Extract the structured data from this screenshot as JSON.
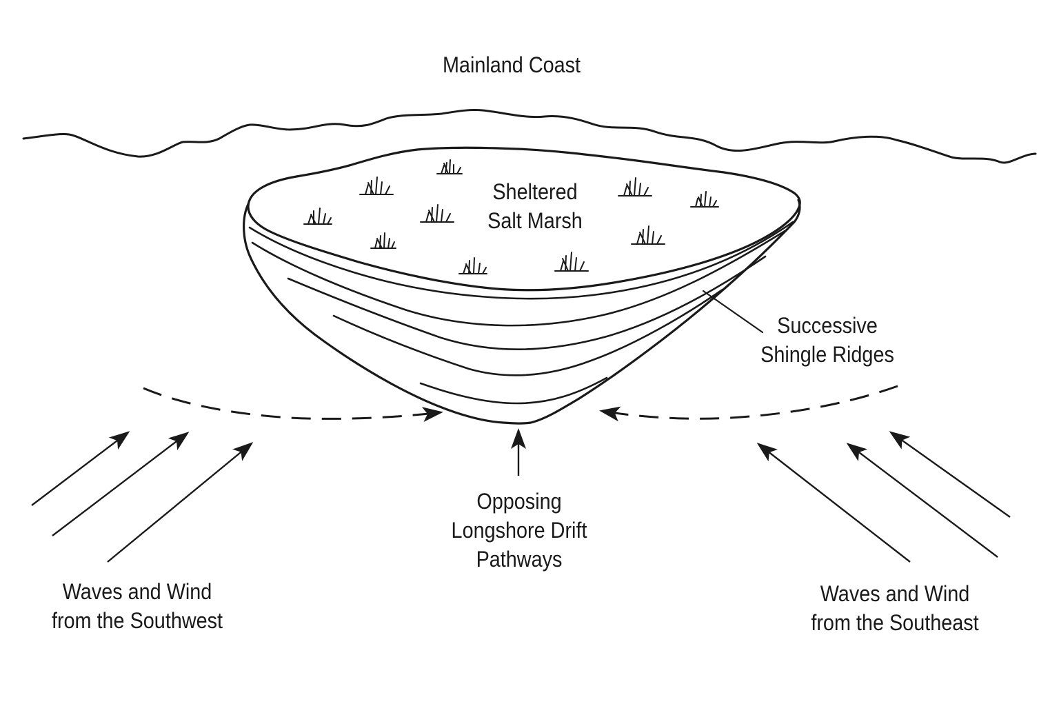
{
  "labels": {
    "mainland_coast": "Mainland Coast",
    "salt_marsh": [
      "Sheltered",
      "Salt Marsh"
    ],
    "shingle_ridges": [
      "Successive",
      "Shingle Ridges"
    ],
    "longshore_drift": [
      "Opposing",
      "Longshore Drift",
      "Pathways"
    ],
    "waves_southwest": [
      "Waves and Wind",
      "from the Southwest"
    ],
    "waves_southeast": [
      "Waves and Wind",
      "from the Southeast"
    ]
  },
  "colors": {
    "line": "#1a1a1a",
    "background": "#ffffff"
  }
}
